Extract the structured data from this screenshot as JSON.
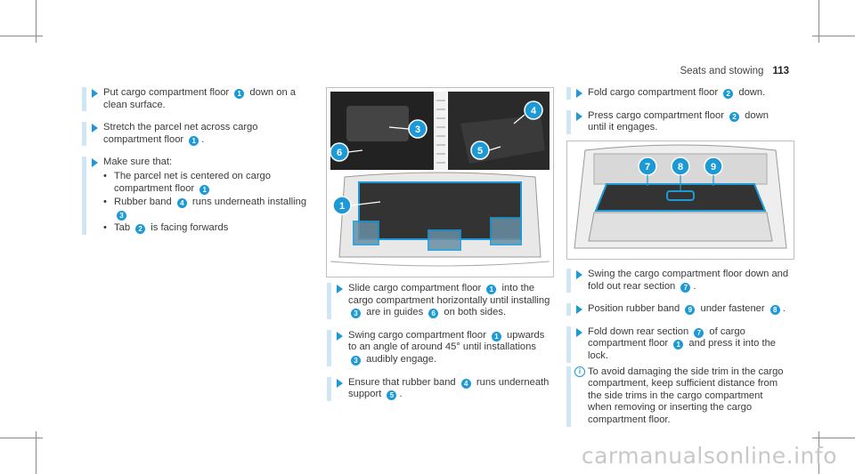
{
  "header": {
    "section": "Seats and stowing",
    "page": "113"
  },
  "col1": {
    "item1": {
      "a": "Put cargo compartment floor ",
      "n1": "1",
      "b": " down on a clean surface."
    },
    "item2": {
      "a": "Stretch the parcel net across cargo compartment floor ",
      "n1": "1",
      "b": "."
    },
    "item3": {
      "a": "Make sure that:",
      "bullet1": "The parcel net is centered on cargo compartment floor ",
      "bullet1_n": "1",
      "bullet2a": "Rubber band ",
      "bullet2_n1": "4",
      "bullet2b": " runs underneath installing ",
      "bullet2_n2": "3",
      "bullet3a": "Tab ",
      "bullet3_n": "2",
      "bullet3b": " is facing forwards"
    }
  },
  "col2": {
    "item1": {
      "a": "Slide cargo compartment floor ",
      "n1": "1",
      "b": " into the cargo compartment horizontally until installing ",
      "n2": "3",
      "c": " are in guides ",
      "n3": "6",
      "d": " on both sides."
    },
    "item2": {
      "a": "Swing cargo compartment floor ",
      "n1": "1",
      "b": " upwards to an angle of around 45° until installations ",
      "n2": "3",
      "c": " audibly engage."
    },
    "item3": {
      "a": "Ensure that rubber band ",
      "n1": "4",
      "b": " runs underneath support ",
      "n2": "5",
      "c": "."
    }
  },
  "col3": {
    "item1": {
      "a": "Fold cargo compartment floor ",
      "n1": "2",
      "b": " down."
    },
    "item2": {
      "a": "Press cargo compartment floor ",
      "n1": "2",
      "b": " down until it engages."
    },
    "item3": {
      "a": "Swing the cargo compartment floor down and fold out rear section ",
      "n1": "7",
      "b": "."
    },
    "item4": {
      "a": "Position rubber band ",
      "n1": "9",
      "b": " under fastener ",
      "n2": "8",
      "c": "."
    },
    "item5": {
      "a": "Fold down rear section ",
      "n1": "7",
      "b": " of cargo compartment floor ",
      "n2": "1",
      "c": " and press it into the lock."
    },
    "info": "To avoid damaging the side trim in the cargo compartment, keep sufficient distance from the side trims in the cargo compartment when removing or inserting the cargo compartment floor."
  },
  "fig1": {
    "callouts": [
      "1",
      "3",
      "4",
      "5",
      "6"
    ]
  },
  "fig2": {
    "callouts": [
      "7",
      "8",
      "9"
    ]
  },
  "watermark": "carmanualsonline.info",
  "colors": {
    "accent": "#1d9ad6",
    "bar": "#cfe7f5"
  }
}
